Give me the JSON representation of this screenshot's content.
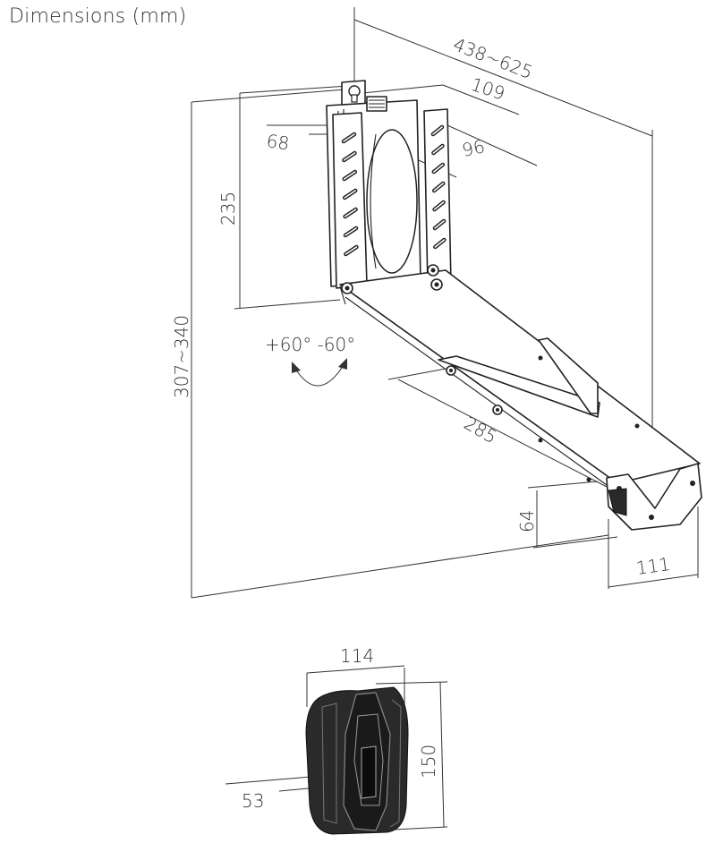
{
  "title": "Dimensions (mm)",
  "dimensions": {
    "arm_length": "438~625",
    "plate_depth": "109",
    "plate_width": "68",
    "bracket_offset": "96",
    "plate_height": "235",
    "total_height": "307~340",
    "tilt": "+60° -60°",
    "arm_segment": "285",
    "cradle_height": "64",
    "cradle_width": "111",
    "speaker_width": "114",
    "speaker_height": "150",
    "speaker_depth": "53"
  }
}
